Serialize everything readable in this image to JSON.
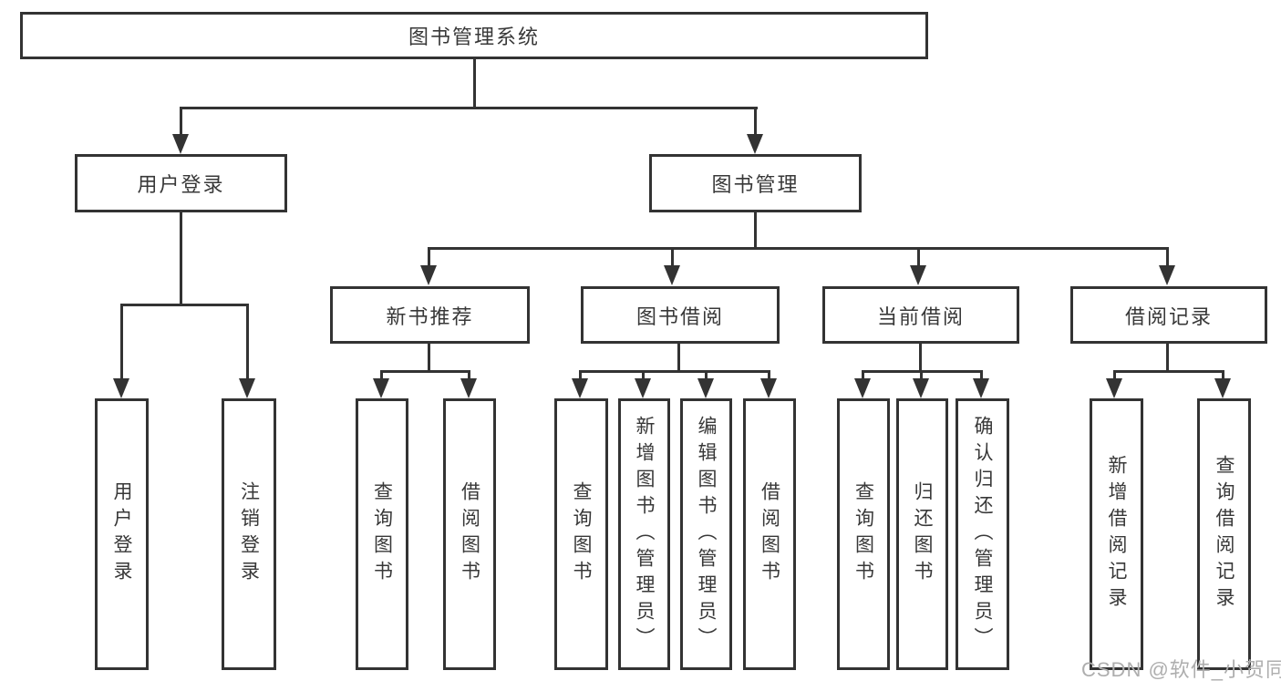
{
  "tree": {
    "root": {
      "label": "图书管理系统"
    },
    "branches": [
      {
        "label": "用户登录",
        "children": [
          {
            "label": "用户登录"
          },
          {
            "label": "注销登录"
          }
        ]
      },
      {
        "label": "图书管理",
        "children": [
          {
            "label": "新书推荐",
            "children": [
              {
                "label": "查询图书"
              },
              {
                "label": "借阅图书"
              }
            ]
          },
          {
            "label": "图书借阅",
            "children": [
              {
                "label": "查询图书"
              },
              {
                "label": "新增图书（管理员）"
              },
              {
                "label": "编辑图书（管理员）"
              },
              {
                "label": "借阅图书"
              }
            ]
          },
          {
            "label": "当前借阅",
            "children": [
              {
                "label": "查询图书"
              },
              {
                "label": "归还图书"
              },
              {
                "label": "确认归还（管理员）"
              }
            ]
          },
          {
            "label": "借阅记录",
            "children": [
              {
                "label": "新增借阅记录"
              },
              {
                "label": "查询借阅记录"
              }
            ]
          }
        ]
      }
    ]
  },
  "watermark": {
    "text": "CSDN @软件_小贺同学"
  },
  "colors": {
    "line": "#333333",
    "text": "#383838",
    "watermark": "#aeaeae",
    "background": "#ffffff"
  }
}
